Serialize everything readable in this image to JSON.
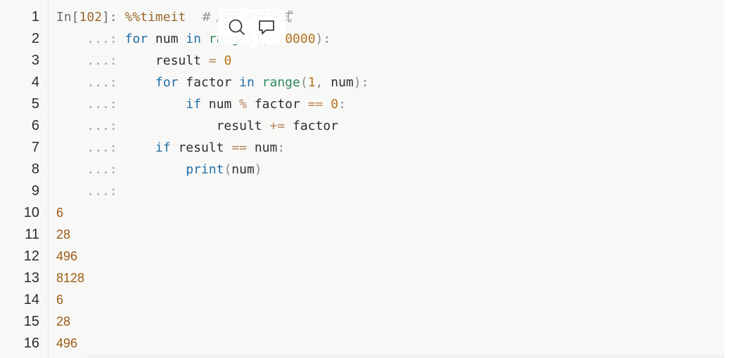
{
  "line_numbers": [
    "1",
    "2",
    "3",
    "4",
    "5",
    "6",
    "7",
    "8",
    "9",
    "10",
    "11",
    "12",
    "13",
    "14",
    "15",
    "16"
  ],
  "code": {
    "prompt_in": "In[",
    "prompt_num": "102",
    "prompt_close": "]: ",
    "cont": "...: ",
    "magic": "%%timeit",
    "comment": "# 用于单元模式",
    "kw_for": "for",
    "kw_in": "in",
    "kw_if": "if",
    "var_num": "num",
    "var_result": "result",
    "var_factor": "factor",
    "fn_range": "range",
    "fn_print": "print",
    "num_0": "0",
    "num_1": "1",
    "num_10000": "10000",
    "op_eq": "=",
    "op_mod": "%",
    "op_eqeq": "==",
    "op_pluseq": "+=",
    "colon": ":",
    "comma": ", ",
    "lparen": "(",
    "rparen": ")"
  },
  "output": [
    "6",
    "28",
    "496",
    "8128",
    "6",
    "28",
    "496"
  ],
  "toolbar": {
    "search_icon": "magnifier",
    "comment_icon": "speech-bubble"
  }
}
